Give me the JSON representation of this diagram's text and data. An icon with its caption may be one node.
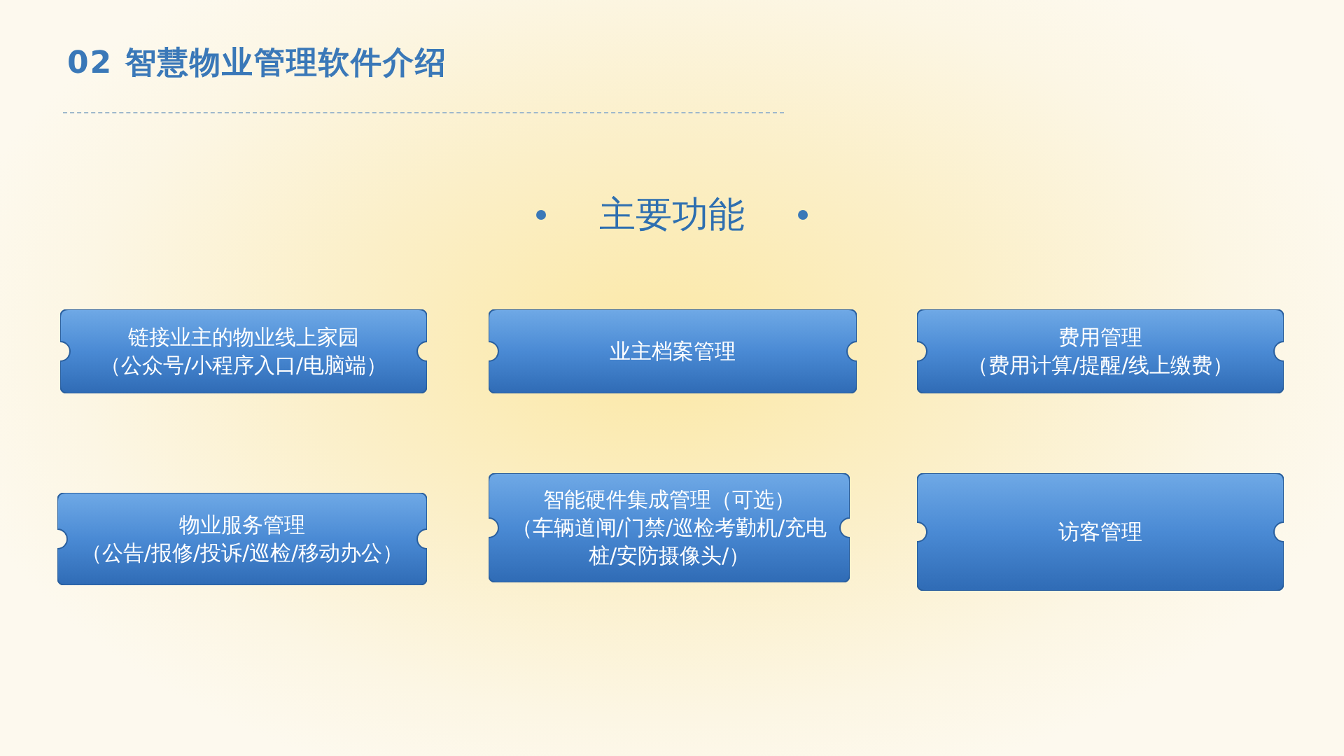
{
  "diagram": {
    "title": "02 智慧物业管理软件介绍",
    "nodes": [
      {
        "text": [
          "链接业主的物业线上家园",
          "（公众号/小程序入口/电脑端）"
        ]
      },
      {
        "text": [
          "业主档案管理"
        ]
      },
      {
        "text": [
          "费用管理",
          "（费用计算/提醒/线上缴费）"
        ]
      },
      {
        "text": [
          "物业服务管理",
          "（公告/报修/投诉/巡检/移动办公）"
        ]
      },
      {
        "text": [
          "智能硬件集成管理（可选）",
          "（车辆道闸/门禁/巡检考勤机/充电桩/安防摄像头/）"
        ]
      },
      {
        "text": [
          "访客管理"
        ]
      }
    ],
    "labels": [
      "主要功能"
    ]
  }
}
